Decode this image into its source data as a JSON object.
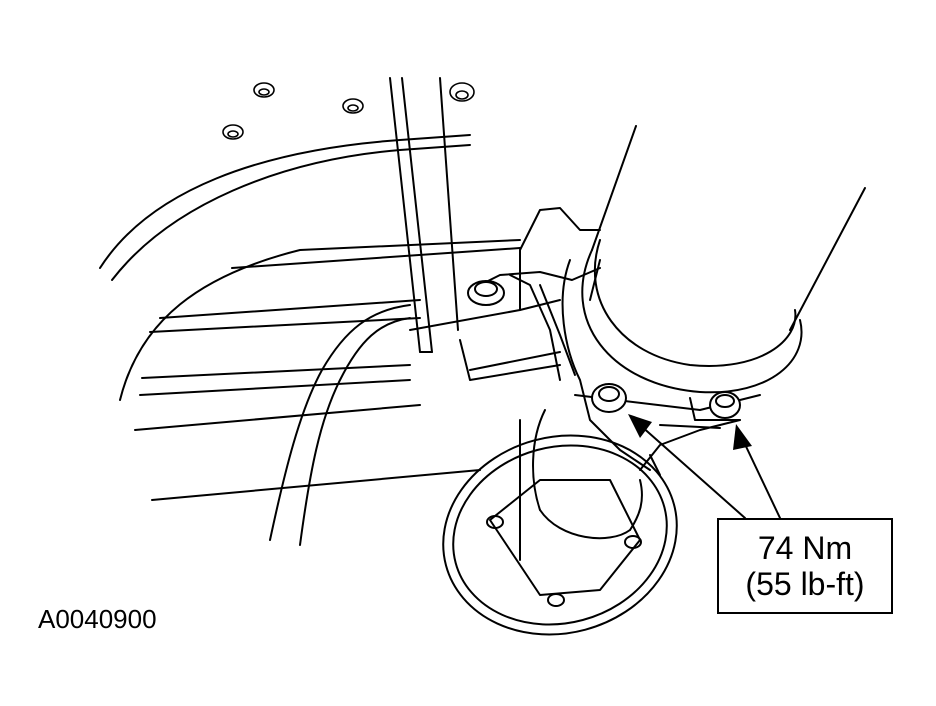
{
  "figure": {
    "reference_id": "A0040900",
    "callout": {
      "torque_metric": "74 Nm",
      "torque_imperial": "(55 lb-ft)"
    },
    "colors": {
      "line": "#000000",
      "background": "#ffffff"
    }
  }
}
